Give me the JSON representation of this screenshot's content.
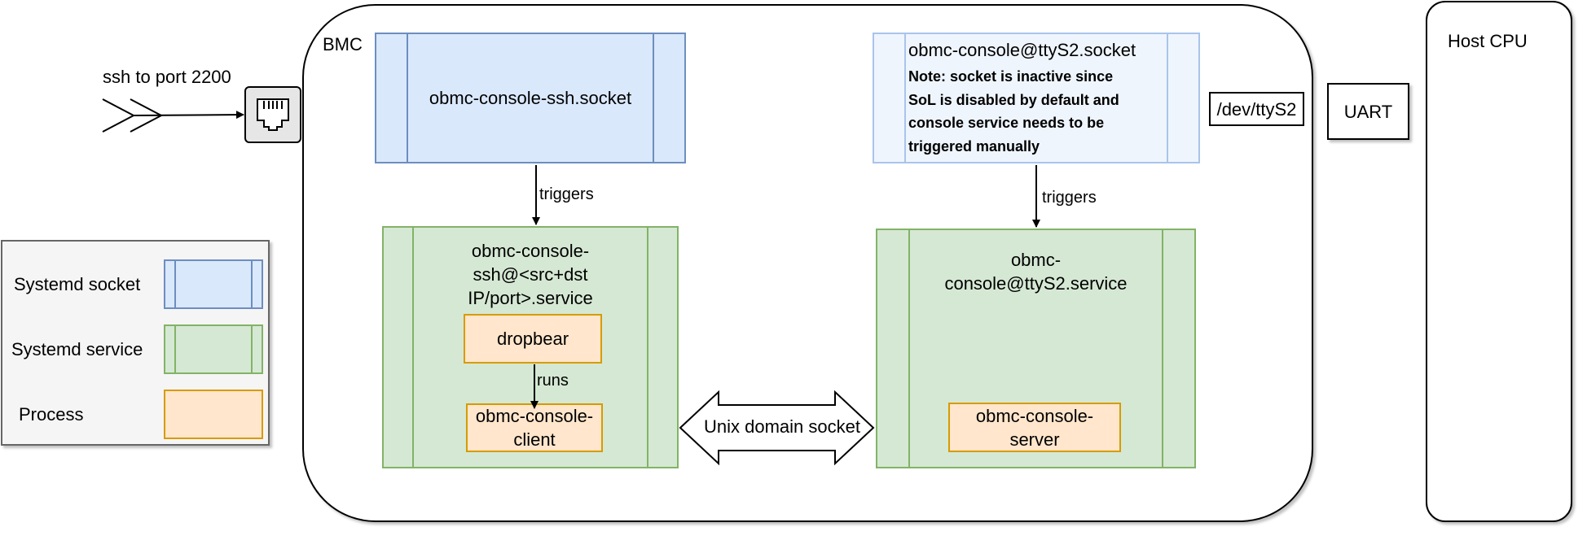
{
  "ssh_label": "ssh to port 2200",
  "bmc": {
    "title": "BMC"
  },
  "host_cpu": {
    "title": "Host CPU"
  },
  "uart": {
    "label": "UART"
  },
  "dev_tty": {
    "label": "/dev/ttyS2"
  },
  "ssh_socket": {
    "label": "obmc-console-ssh.socket"
  },
  "tty_socket": {
    "title": "obmc-console@ttyS2.socket",
    "note": [
      "Note: socket is inactive since",
      "SoL is disabled by default and",
      "console service needs to be",
      "triggered manually"
    ]
  },
  "ssh_service": {
    "label_lines": [
      "obmc-console-",
      "ssh@<src+dst",
      "IP/port>.service"
    ]
  },
  "tty_service": {
    "label_lines": [
      "obmc-",
      "console@ttyS2.service"
    ]
  },
  "dropbear": {
    "label": "dropbear"
  },
  "console_client": {
    "label_lines": [
      "obmc-console-",
      "client"
    ]
  },
  "console_server": {
    "label_lines": [
      "obmc-console-",
      "server"
    ]
  },
  "edges": {
    "triggers_left": "triggers",
    "triggers_right": "triggers",
    "runs": "runs",
    "unix_socket": "Unix domain socket"
  },
  "legend": {
    "items": [
      {
        "label": "Systemd socket",
        "fill": "#dae8fc",
        "stroke": "#6c8ebf"
      },
      {
        "label": "Systemd service",
        "fill": "#d5e8d4",
        "stroke": "#82b366"
      },
      {
        "label": "Process",
        "fill": "#ffe6cc",
        "stroke": "#d79b00"
      }
    ]
  },
  "colors": {
    "socket_fill": "#dae8fc",
    "socket_stroke": "#6c8ebf",
    "service_fill": "#d5e8d4",
    "service_stroke": "#82b366",
    "process_fill": "#ffe6cc",
    "process_stroke": "#d79b00",
    "inactive_socket_fill": "#eff5fd",
    "inactive_socket_stroke": "#a9c4eb",
    "legend_fill": "#f5f5f5",
    "port_icon_fill": "#e6e6e6"
  }
}
